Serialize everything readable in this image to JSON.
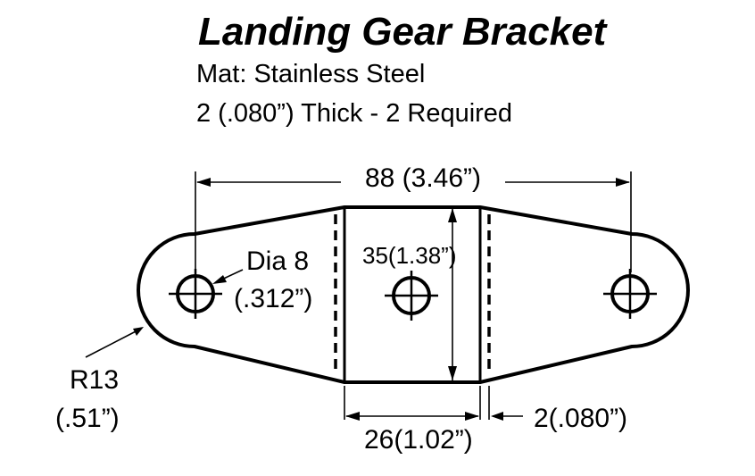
{
  "header": {
    "title": "Landing Gear Bracket",
    "material": "Mat: Stainless Steel",
    "thickness": "2 (.080”) Thick - 2 Required"
  },
  "dimensions": {
    "overall_length": "88 (3.46”)",
    "hole_label": "Dia 8",
    "hole_label_inch": "(.312”)",
    "height": "35(1.38”)",
    "radius": "R13",
    "radius_inch": "(.51”)",
    "center_width": "26(1.02”)",
    "bend_offset": "2(.080”)"
  }
}
